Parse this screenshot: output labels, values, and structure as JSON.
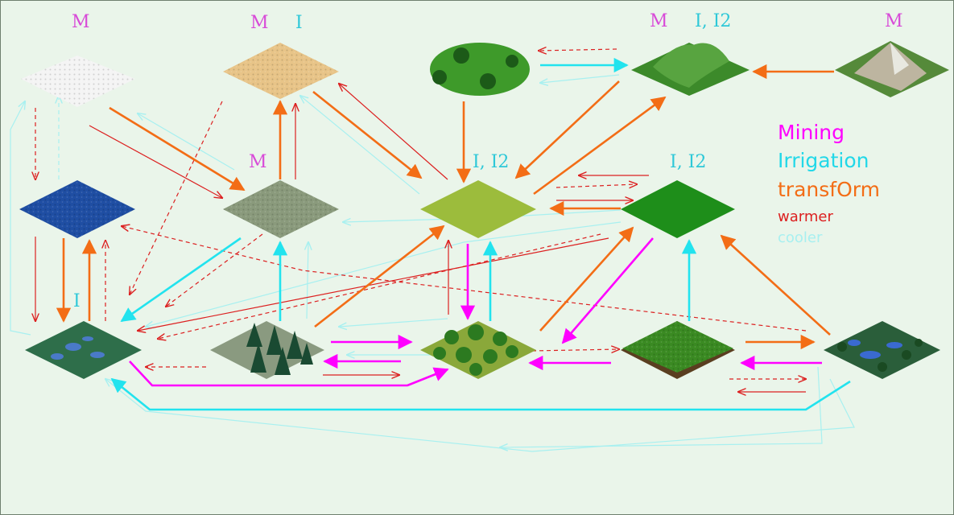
{
  "colors": {
    "background": "#eaf5ea",
    "mining": "#ff00ff",
    "irrigation": "#22e3ee",
    "transform": "#f36d16",
    "warmer": "#dc2020",
    "cooler": "#a8f0f0",
    "label_mining": "#d84bd8",
    "label_irrigation": "#2ec8d8"
  },
  "tile_labels": {
    "glacier": "M",
    "desert_m": "M",
    "desert_i": "I",
    "hills_m": "M",
    "hills_i": "I, I2",
    "mountains": "M",
    "tundra": "M",
    "plains": "I, I2",
    "grassland": "I, I2",
    "swamp": "I"
  },
  "legend": {
    "mining": "Mining",
    "irrigation": "Irrigation",
    "transform": "transfOrm",
    "warmer": "warmer",
    "cooler": "cooler"
  },
  "terrain_types": [
    "glacier",
    "desert",
    "forest-hills",
    "hills",
    "mountains",
    "ocean",
    "tundra",
    "plains",
    "grassland",
    "swamp",
    "taiga",
    "forest",
    "jungle",
    "marsh"
  ]
}
